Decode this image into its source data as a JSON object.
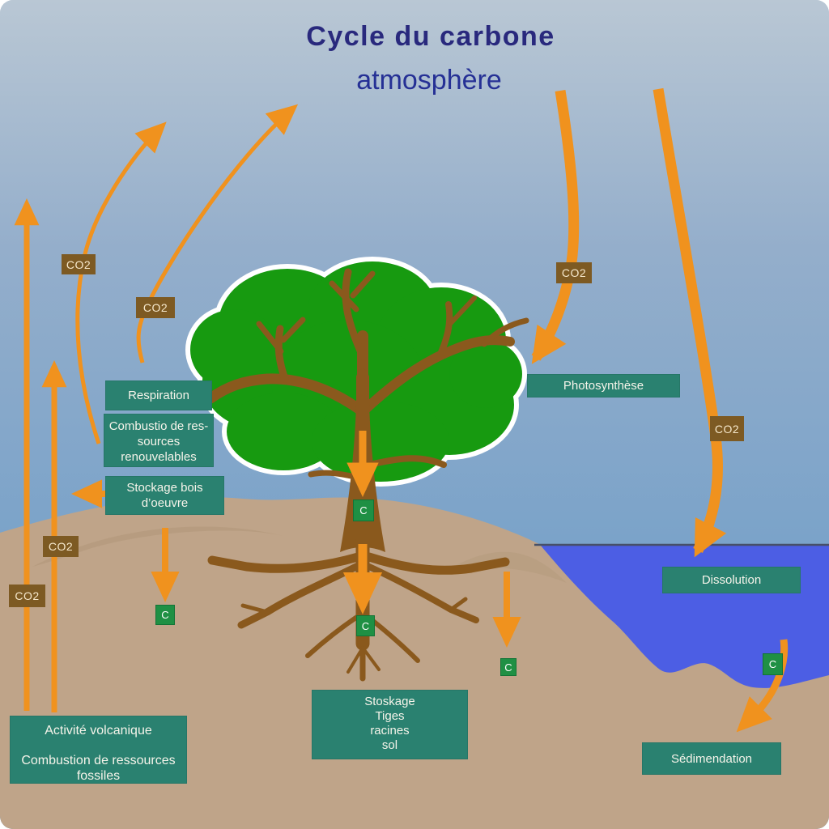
{
  "title": "Cycle du carbone",
  "subtitle": "atmosphère",
  "labels": {
    "respiration": "Respiration",
    "combustion_renouvelables": [
      "Combustio de res-",
      "sources renouvelables"
    ],
    "stockage_bois": [
      "Stockage bois",
      "d’oeuvre"
    ],
    "photosynthese": "Photosynthèse",
    "dissolution": "Dissolution",
    "stockage_sol": [
      "Stoskage",
      "Tiges",
      "racines",
      "sol"
    ],
    "activite_volcanique": "Activité volcanique",
    "combustion_fossiles": [
      "Combustion de ressources",
      "fossiles"
    ],
    "sedimentation": "Sédimendation"
  },
  "tags": {
    "co2": "CO2",
    "c": "C"
  },
  "colors": {
    "arrow_orange": "#f0921e",
    "label_teal": "#2a8170",
    "co2_brown": "#7d5a23",
    "c_green": "#1f9044",
    "water_blue": "#4c5ee4",
    "ground_tan": "#bfa489",
    "sky_top": "#b9c7d4",
    "sky_bottom": "#6f9ac4",
    "canopy_green": "#179a10",
    "trunk_brown": "#8a591d",
    "title_navy": "#29297d"
  }
}
